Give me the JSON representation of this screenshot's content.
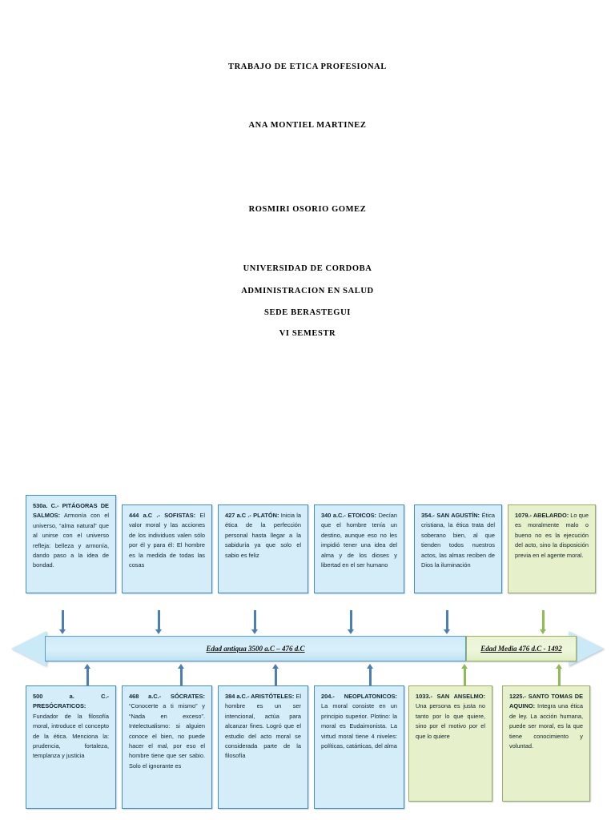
{
  "cover": {
    "title": "TRABAJO DE ETICA PROFESIONAL",
    "author_1": "ANA MONTIEL MARTINEZ",
    "author_2": "ROSMIRI OSORIO GOMEZ",
    "university": "UNIVERSIDAD DE CORDOBA",
    "program": "ADMINISTRACION EN SALUD",
    "campus": "SEDE BERASTEGUI",
    "semester": "VI SEMESTR"
  },
  "timeline": {
    "segments": [
      {
        "label": "Edad antiqua 3500 a.C – 476 d.C",
        "color": "#cfeaf8"
      },
      {
        "label": "Edad Media 476 d.C - 1492",
        "color": "#e9f3d3"
      }
    ],
    "top_cards": [
      {
        "heading": "530a. C.- PITÁGORAS DE SALMOS:",
        "text": " Armonía con el universo, “alma natural” que al unirse con el universo refleja: belleza y armonía, dando paso a la idea de bondad.",
        "color": "blue"
      },
      {
        "heading": "444 a.C .- SOFISTAS:",
        "text": " El valor moral y las acciones de los individuos valen sólo por él y para él: El hombre es la medida de todas las cosas",
        "color": "blue"
      },
      {
        "heading": "427 a.C .- PLATÓN:",
        "text": " Inicia la ética de la perfección personal hasta llegar a la sabiduría ya que solo el sabio es feliz",
        "color": "blue"
      },
      {
        "heading": "340 a.C.- ETOICOS:",
        "text": " Decían que el hombre tenía un destino, aunque eso no les impidió tener una idea del alma y de los dioses y libertad en el ser humano",
        "color": "blue"
      },
      {
        "heading": "354.- SAN AGUSTÍN:",
        "text": " Ética cristiana, la ética trata del soberano bien, al que tienden todos nuestros actos, las almas reciben de Dios la iluminación",
        "color": "blue"
      },
      {
        "heading": "1079.- ABELARDO:",
        "text": " Lo que es moralmente malo o bueno no es la ejecución del acto, sino la disposición previa en el agente moral.",
        "color": "green"
      }
    ],
    "bottom_cards": [
      {
        "heading": "500 a. C.- PRESÓCRATICOS:",
        "text": " Fundador de la filosofía moral, introduce el concepto de la ética. Menciona la: prudencia, fortaleza, templanza y justicia",
        "color": "blue"
      },
      {
        "heading": "468 a.C.- SÓCRATES:",
        "text": " “Conocerte a ti mismo” y “Nada en exceso”. Intelectualismo: si alguien conoce el bien, no puede hacer el mal, por eso el hombre tiene que ser sabio. Solo el ignorante es",
        "color": "blue"
      },
      {
        "heading": "384 a.C.- ARISTÓTELES:",
        "text": " El hombre es un ser intencional, actúa para alcanzar fines. Logró que el estudio del acto moral se considerada parte de la filosofía",
        "color": "blue"
      },
      {
        "heading": "204.- NEOPLATONICOS:",
        "text": " La moral consiste en un principio superior. Plotino: la moral es Eudaimonista. La virtud moral tiene 4 niveles: políticas, catárticas, del alma",
        "color": "blue"
      },
      {
        "heading": "1033.- SAN ANSELMO:",
        "text": "  Una persona es justa no tanto por lo que quiere, sino por el motivo por el que lo quiere",
        "color": "green"
      },
      {
        "heading": "1225.- SANTO TOMAS DE AQUINO:",
        "text": " Integra una ética de ley. La acción humana, puede ser moral, es la que tiene conocimiento y voluntad.",
        "color": "green"
      }
    ]
  }
}
